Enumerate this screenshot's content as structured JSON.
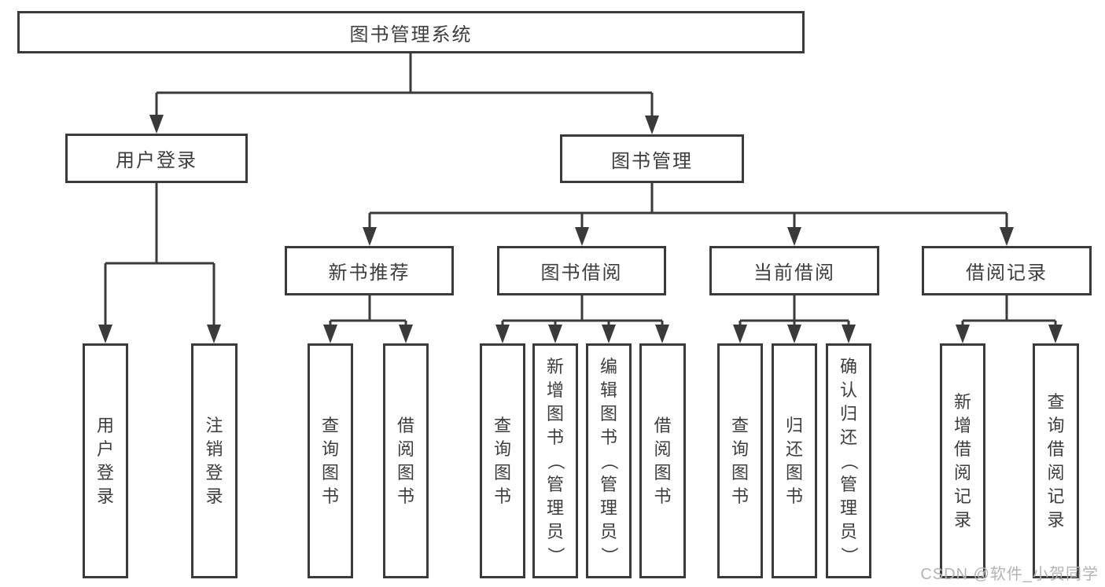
{
  "nodes": {
    "root": {
      "label": "图书管理系统"
    },
    "level2": {
      "user_login": {
        "label": "用户登录"
      },
      "book_mgmt": {
        "label": "图书管理"
      }
    },
    "level3": {
      "new_book_rec": {
        "label": "新书推荐"
      },
      "book_borrow": {
        "label": "图书借阅"
      },
      "current_borrow": {
        "label": "当前借阅"
      },
      "borrow_record": {
        "label": "借阅记录"
      }
    },
    "leaves": {
      "user_login": {
        "label": "用户登录"
      },
      "logout": {
        "label": "注销登录"
      },
      "rec_query_books": {
        "label": "查询图书"
      },
      "rec_borrow_books": {
        "label": "借阅图书"
      },
      "bb_query_books": {
        "label": "查询图书"
      },
      "bb_add_books": {
        "label": "新增图书（管理员）"
      },
      "bb_edit_books": {
        "label": "编辑图书（管理员）"
      },
      "bb_borrow_books": {
        "label": "借阅图书"
      },
      "cb_query_books": {
        "label": "查询图书"
      },
      "cb_return_books": {
        "label": "归还图书"
      },
      "cb_confirm_return": {
        "label": "确认归还（管理员）"
      },
      "br_add_record": {
        "label": "新增借阅记录"
      },
      "br_query_record": {
        "label": "查询借阅记录"
      }
    }
  },
  "watermark": {
    "label": "CSDN @软件_小贺同学"
  },
  "colors": {
    "line": "#3a3a3a",
    "text": "#3d3d3d",
    "watermark": "#b4b4b4",
    "background": "#ffffff"
  }
}
